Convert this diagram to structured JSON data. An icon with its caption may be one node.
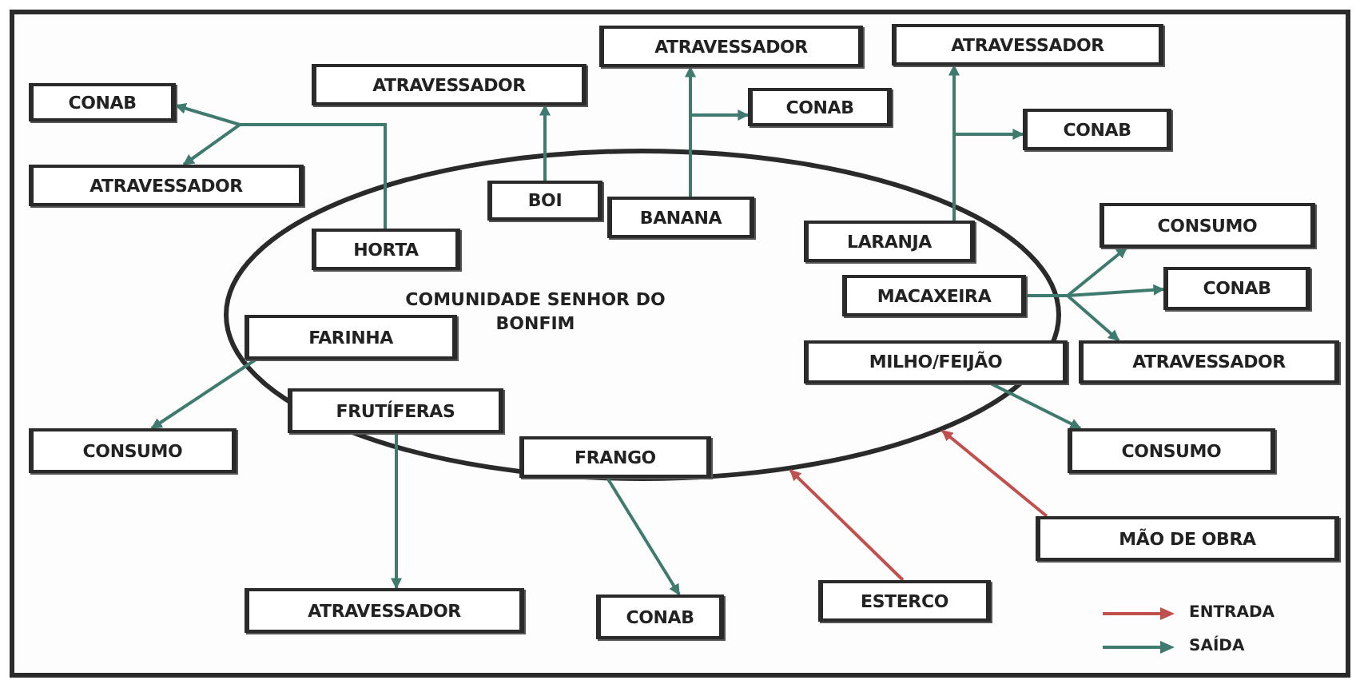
{
  "diagram": {
    "nodes": [
      {
        "text": [
          "COMUNIDADE SENHOR DO BONFIM"
        ]
      },
      {
        "text": [
          "CONAB"
        ]
      },
      {
        "text": [
          "ATRAVESSADOR"
        ]
      },
      {
        "text": [
          "ATRAVESSADOR"
        ]
      },
      {
        "text": [
          "ATRAVESSADOR"
        ]
      },
      {
        "text": [
          "ATRAVESSADOR"
        ]
      },
      {
        "text": [
          "CONAB"
        ]
      },
      {
        "text": [
          "CONAB"
        ]
      },
      {
        "text": [
          "HORTA"
        ],
        "in": 0
      },
      {
        "text": [
          "BOI"
        ],
        "in": 0
      },
      {
        "text": [
          "BANANA"
        ],
        "in": 0
      },
      {
        "text": [
          "LARANJA"
        ],
        "in": 0
      },
      {
        "text": [
          "CONSUMO"
        ]
      },
      {
        "text": [
          "MACAXEIRA"
        ],
        "in": 0
      },
      {
        "text": [
          "CONAB"
        ]
      },
      {
        "text": [
          "FARINHA"
        ],
        "in": 0
      },
      {
        "text": [
          "MILHO/FEIJÃO"
        ],
        "in": 0
      },
      {
        "text": [
          "ATRAVESSADOR"
        ]
      },
      {
        "text": [
          "FRUTÍFERAS"
        ],
        "in": 0
      },
      {
        "text": [
          "CONSUMO"
        ]
      },
      {
        "text": [
          "FRANGO"
        ],
        "in": 0
      },
      {
        "text": [
          "CONSUMO"
        ]
      },
      {
        "text": [
          "MÃO DE OBRA"
        ]
      },
      {
        "text": [
          "ATRAVESSADOR"
        ]
      },
      {
        "text": [
          "CONAB"
        ]
      },
      {
        "text": [
          "ESTERCO"
        ]
      }
    ],
    "edges": [
      {
        "from": 8,
        "to": 1,
        "arrow": "to"
      },
      {
        "from": 8,
        "to": 2,
        "arrow": "to"
      },
      {
        "from": 9,
        "to": 3,
        "arrow": "to"
      },
      {
        "from": 10,
        "to": 4,
        "arrow": "to"
      },
      {
        "from": 10,
        "to": 6,
        "arrow": "to"
      },
      {
        "from": 11,
        "to": 5,
        "arrow": "to"
      },
      {
        "from": 11,
        "to": 7,
        "arrow": "to"
      },
      {
        "from": 13,
        "to": 12,
        "arrow": "to"
      },
      {
        "from": 13,
        "to": 14,
        "arrow": "to"
      },
      {
        "from": 13,
        "to": 17,
        "arrow": "to"
      },
      {
        "from": 15,
        "to": 19,
        "arrow": "to"
      },
      {
        "from": 16,
        "to": 21,
        "arrow": "to"
      },
      {
        "from": 18,
        "to": 23,
        "arrow": "to"
      },
      {
        "from": 20,
        "to": 24,
        "arrow": "to"
      },
      {
        "from": 25,
        "to": 0,
        "arrow": "to",
        "color": "#c0504d"
      },
      {
        "from": 22,
        "to": 0,
        "arrow": "to",
        "color": "#c0504d"
      }
    ],
    "legend": [
      {
        "text": "ENTRADA"
      },
      {
        "text": "SAÍDA"
      }
    ]
  }
}
